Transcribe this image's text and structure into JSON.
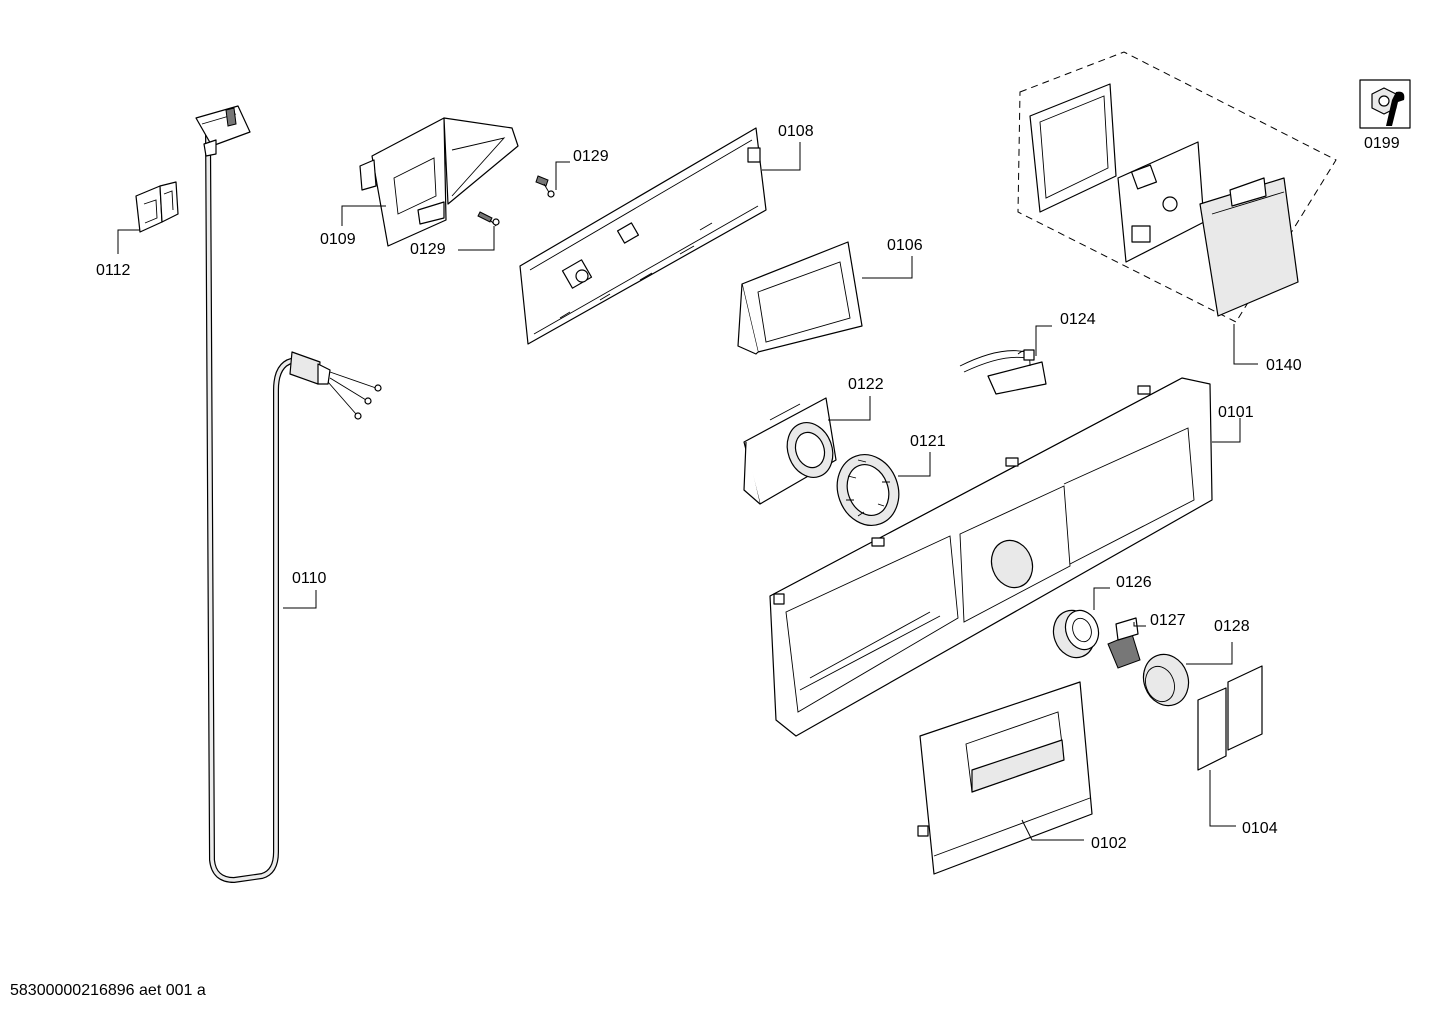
{
  "diagram": {
    "part_labels": {
      "p0112": "0112",
      "p0109": "0109",
      "p0129a": "0129",
      "p0129b": "0129",
      "p0108": "0108",
      "p0106": "0106",
      "p0110": "0110",
      "p0122": "0122",
      "p0121": "0121",
      "p0124": "0124",
      "p0140": "0140",
      "p0101": "0101",
      "p0126": "0126",
      "p0127": "0127",
      "p0128": "0128",
      "p0104": "0104",
      "p0102": "0102",
      "p0199": "0199"
    },
    "footer_text": "58300000216896 aet 001 a"
  },
  "icons": {
    "tools": "nut-wrench-icon"
  }
}
